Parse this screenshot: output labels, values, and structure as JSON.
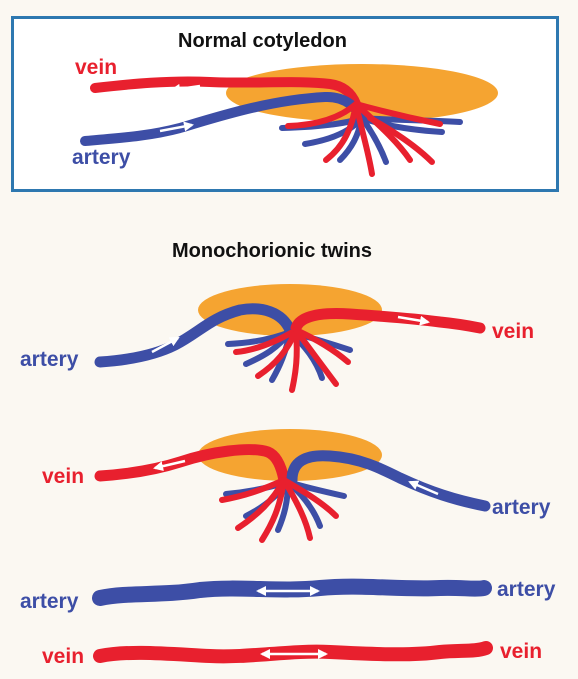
{
  "panels": {
    "normal": {
      "title": "Normal cotyledon",
      "labels": {
        "vein": "vein",
        "artery": "artery"
      }
    },
    "twins": {
      "title": "Monochorionic twins",
      "aa": {
        "left": "artery",
        "right": "vein"
      },
      "av": {
        "left": "vein",
        "right": "artery"
      },
      "artery_artery": {
        "left": "artery",
        "right": "artery"
      },
      "vein_vein": {
        "left": "vein",
        "right": "vein"
      }
    }
  },
  "colors": {
    "vein": "#e8202e",
    "artery": "#3d4ea6",
    "cotyledon": "#f5a431",
    "border": "#2e78b0",
    "arrow": "#ffffff"
  }
}
